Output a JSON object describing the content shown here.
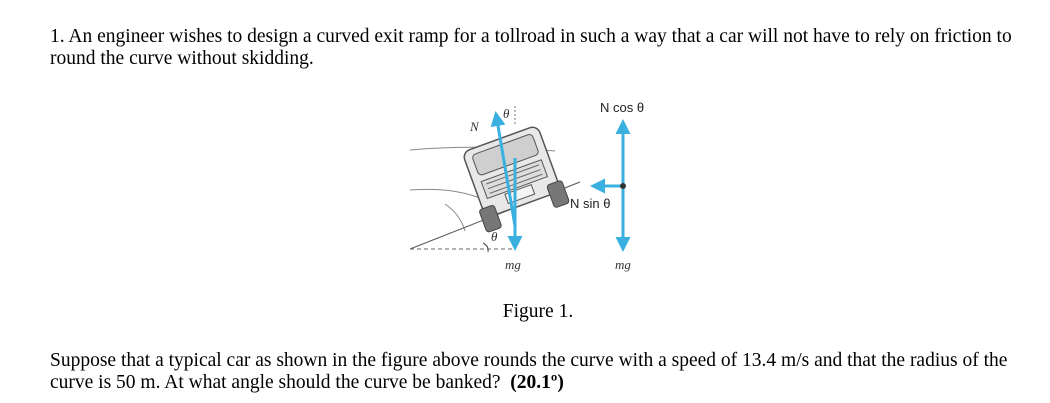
{
  "problem": {
    "intro": "1. An engineer wishes to design a curved exit ramp for a tollroad in such a way that a car will not have to rely on friction to round the curve without skidding.",
    "caption": "Figure 1.",
    "question": "Suppose that a typical car as shown in the figure above rounds the curve with a speed of 13.4 m/s and that the radius of the curve is 50 m. At what angle should the curve be banked?",
    "answer": "(20.1º)"
  },
  "figure": {
    "labels": {
      "normal": "N",
      "theta_top": "θ",
      "theta_bottom": "θ",
      "mg_left": "mg",
      "n_cos": "N cos θ",
      "n_sin": "N sin θ",
      "mg_right": "mg"
    },
    "colors": {
      "arrow": "#39b0e0",
      "car": "#555555",
      "ground": "#888888"
    }
  }
}
